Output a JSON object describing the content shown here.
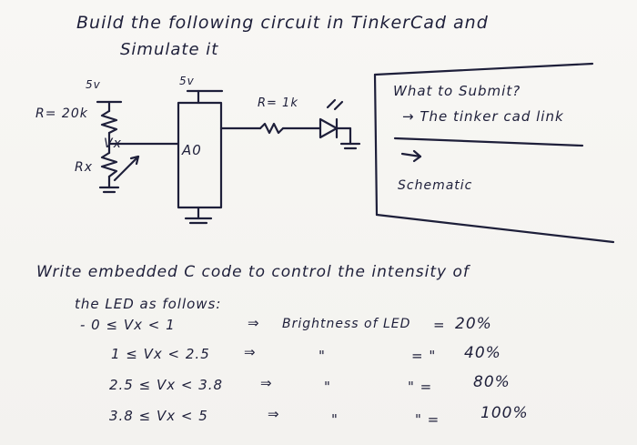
{
  "header": {
    "line1": "Build the following circuit in TinkerCad and",
    "line2": "Simulate it"
  },
  "circuit": {
    "supply_left": "5v",
    "supply_top": "5v",
    "resistor_fixed": "R= 20k",
    "resistor_led": "R= 1k",
    "node_label": "Vx",
    "pin_label": "A0",
    "pot_label": "Rx"
  },
  "submit_box": {
    "heading": "What to Submit?",
    "item1": "→ The tinker cad link",
    "item2": "Schematic"
  },
  "task": {
    "line1": "Write embedded C code to control the intensity of",
    "line2": "the LED as follows:"
  },
  "table": {
    "rows": [
      {
        "condition": "- 0 ≤ Vx < 1",
        "arrow": "⇒",
        "ditto1": "Brightness of LED",
        "ditto2": "=",
        "value": "20%"
      },
      {
        "condition": "1 ≤ Vx < 2.5",
        "arrow": "⇒",
        "ditto1": "\"",
        "ditto2": "= \"",
        "value": "40%"
      },
      {
        "condition": "2.5 ≤ Vx < 3.8",
        "arrow": "⇒",
        "ditto1": "\"",
        "ditto2": "\" =",
        "value": "80%"
      },
      {
        "condition": "3.8 ≤ Vx < 5",
        "arrow": "⇒",
        "ditto1": "\"",
        "ditto2": "\" =",
        "value": "100%"
      }
    ]
  }
}
